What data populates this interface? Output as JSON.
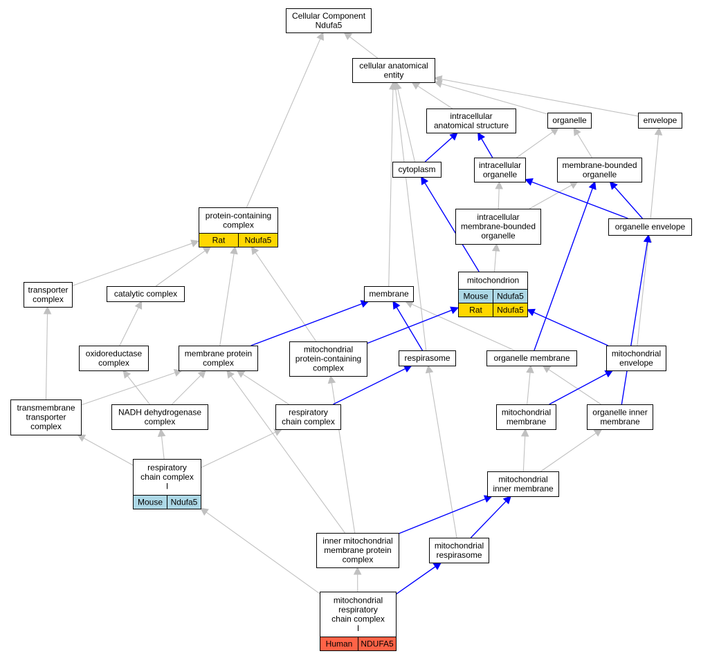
{
  "colors": {
    "gray_edge": "#c0c0c0",
    "blue_edge": "#0000ff",
    "node_fill": "#ffffff",
    "node_border": "#000000",
    "mouse_fill": "#add8e6",
    "rat_fill": "#ffd700",
    "human_fill": "#ff6347"
  },
  "nodes": [
    {
      "id": "cellular-component",
      "lines": [
        "Cellular Component",
        "Ndufa5"
      ]
    },
    {
      "id": "cellular-anatomical-entity",
      "lines": [
        "cellular anatomical",
        "entity"
      ]
    },
    {
      "id": "intracellular-anatomical-structure",
      "lines": [
        "intracellular",
        "anatomical structure"
      ]
    },
    {
      "id": "organelle",
      "lines": [
        "organelle"
      ]
    },
    {
      "id": "envelope",
      "lines": [
        "envelope"
      ]
    },
    {
      "id": "cytoplasm",
      "lines": [
        "cytoplasm"
      ]
    },
    {
      "id": "intracellular-organelle",
      "lines": [
        "intracellular",
        "organelle"
      ]
    },
    {
      "id": "membrane-bounded-organelle",
      "lines": [
        "membrane-bounded",
        "organelle"
      ]
    },
    {
      "id": "protein-containing-complex",
      "lines": [
        "protein-containing",
        "complex"
      ],
      "badges": [
        {
          "label": "Rat",
          "kind": "rat"
        },
        {
          "label": "Ndufa5",
          "kind": "rat"
        }
      ]
    },
    {
      "id": "intracellular-membrane-bounded-organelle",
      "lines": [
        "intracellular",
        "membrane-bounded",
        "organelle"
      ]
    },
    {
      "id": "organelle-envelope",
      "lines": [
        "organelle envelope"
      ]
    },
    {
      "id": "transporter-complex",
      "lines": [
        "transporter",
        "complex"
      ]
    },
    {
      "id": "catalytic-complex",
      "lines": [
        "catalytic complex"
      ]
    },
    {
      "id": "membrane",
      "lines": [
        "membrane"
      ]
    },
    {
      "id": "mitochondrion",
      "lines": [
        "mitochondrion"
      ],
      "badges": [
        {
          "label": "Mouse",
          "kind": "mouse"
        },
        {
          "label": "Ndufa5",
          "kind": "mouse"
        },
        {
          "label": "Rat",
          "kind": "rat"
        },
        {
          "label": "Ndufa5",
          "kind": "rat"
        }
      ]
    },
    {
      "id": "oxidoreductase-complex",
      "lines": [
        "oxidoreductase",
        "complex"
      ]
    },
    {
      "id": "membrane-protein-complex",
      "lines": [
        "membrane protein",
        "complex"
      ]
    },
    {
      "id": "mitochondrial-protein-containing-complex",
      "lines": [
        "mitochondrial",
        "protein-containing",
        "complex"
      ]
    },
    {
      "id": "respirasome",
      "lines": [
        "respirasome"
      ]
    },
    {
      "id": "organelle-membrane",
      "lines": [
        "organelle membrane"
      ]
    },
    {
      "id": "mitochondrial-envelope",
      "lines": [
        "mitochondrial",
        "envelope"
      ]
    },
    {
      "id": "transmembrane-transporter-complex",
      "lines": [
        "transmembrane",
        "transporter",
        "complex"
      ]
    },
    {
      "id": "nadh-dehydrogenase-complex",
      "lines": [
        "NADH dehydrogenase",
        "complex"
      ]
    },
    {
      "id": "respiratory-chain-complex",
      "lines": [
        "respiratory",
        "chain complex"
      ]
    },
    {
      "id": "mitochondrial-membrane",
      "lines": [
        "mitochondrial",
        "membrane"
      ]
    },
    {
      "id": "organelle-inner-membrane",
      "lines": [
        "organelle inner",
        "membrane"
      ]
    },
    {
      "id": "respiratory-chain-complex-i",
      "lines": [
        "respiratory",
        "chain complex",
        "I"
      ],
      "badges": [
        {
          "label": "Mouse",
          "kind": "mouse"
        },
        {
          "label": "Ndufa5",
          "kind": "mouse"
        }
      ]
    },
    {
      "id": "mitochondrial-inner-membrane",
      "lines": [
        "mitochondrial",
        "inner membrane"
      ]
    },
    {
      "id": "inner-mitochondrial-membrane-protein-complex",
      "lines": [
        "inner mitochondrial",
        "membrane protein",
        "complex"
      ]
    },
    {
      "id": "mitochondrial-respirasome",
      "lines": [
        "mitochondrial",
        "respirasome"
      ]
    },
    {
      "id": "mitochondrial-respiratory-chain-complex-i",
      "lines": [
        "mitochondrial",
        "respiratory",
        "chain complex",
        "I"
      ],
      "badges": [
        {
          "label": "Human",
          "kind": "human"
        },
        {
          "label": "NDUFA5",
          "kind": "human"
        }
      ]
    }
  ],
  "edges": [
    {
      "from": "cellular-anatomical-entity",
      "to": "cellular-component",
      "color": "gray"
    },
    {
      "from": "protein-containing-complex",
      "to": "cellular-component",
      "color": "gray"
    },
    {
      "from": "intracellular-anatomical-structure",
      "to": "cellular-anatomical-entity",
      "color": "gray"
    },
    {
      "from": "organelle",
      "to": "cellular-anatomical-entity",
      "color": "gray"
    },
    {
      "from": "envelope",
      "to": "cellular-anatomical-entity",
      "color": "gray"
    },
    {
      "from": "cytoplasm",
      "to": "cellular-anatomical-entity",
      "color": "gray"
    },
    {
      "from": "membrane",
      "to": "cellular-anatomical-entity",
      "color": "gray"
    },
    {
      "from": "respirasome",
      "to": "cellular-anatomical-entity",
      "color": "gray"
    },
    {
      "from": "cytoplasm",
      "to": "intracellular-anatomical-structure",
      "color": "blue"
    },
    {
      "from": "intracellular-organelle",
      "to": "intracellular-anatomical-structure",
      "color": "blue"
    },
    {
      "from": "intracellular-organelle",
      "to": "organelle",
      "color": "gray"
    },
    {
      "from": "membrane-bounded-organelle",
      "to": "organelle",
      "color": "gray"
    },
    {
      "from": "organelle-envelope",
      "to": "envelope",
      "color": "gray"
    },
    {
      "from": "intracellular-membrane-bounded-organelle",
      "to": "intracellular-organelle",
      "color": "gray"
    },
    {
      "from": "intracellular-membrane-bounded-organelle",
      "to": "membrane-bounded-organelle",
      "color": "gray"
    },
    {
      "from": "organelle-envelope",
      "to": "intracellular-organelle",
      "color": "blue"
    },
    {
      "from": "organelle-envelope",
      "to": "membrane-bounded-organelle",
      "color": "blue"
    },
    {
      "from": "mitochondrion",
      "to": "cytoplasm",
      "color": "blue"
    },
    {
      "from": "mitochondrion",
      "to": "intracellular-membrane-bounded-organelle",
      "color": "gray"
    },
    {
      "from": "organelle-membrane",
      "to": "membrane-bounded-organelle",
      "color": "blue"
    },
    {
      "from": "transporter-complex",
      "to": "protein-containing-complex",
      "color": "gray"
    },
    {
      "from": "catalytic-complex",
      "to": "protein-containing-complex",
      "color": "gray"
    },
    {
      "from": "membrane-protein-complex",
      "to": "protein-containing-complex",
      "color": "gray"
    },
    {
      "from": "mitochondrial-protein-containing-complex",
      "to": "protein-containing-complex",
      "color": "gray"
    },
    {
      "from": "oxidoreductase-complex",
      "to": "catalytic-complex",
      "color": "gray"
    },
    {
      "from": "transmembrane-transporter-complex",
      "to": "transporter-complex",
      "color": "gray"
    },
    {
      "from": "membrane-protein-complex",
      "to": "membrane",
      "color": "blue"
    },
    {
      "from": "respirasome",
      "to": "membrane",
      "color": "blue"
    },
    {
      "from": "organelle-membrane",
      "to": "membrane",
      "color": "gray"
    },
    {
      "from": "mitochondrial-protein-containing-complex",
      "to": "mitochondrion",
      "color": "blue"
    },
    {
      "from": "mitochondrial-envelope",
      "to": "mitochondrion",
      "color": "blue"
    },
    {
      "from": "mitochondrial-envelope",
      "to": "organelle-envelope",
      "color": "gray"
    },
    {
      "from": "organelle-inner-membrane",
      "to": "organelle-envelope",
      "color": "blue"
    },
    {
      "from": "transmembrane-transporter-complex",
      "to": "membrane-protein-complex",
      "color": "gray"
    },
    {
      "from": "nadh-dehydrogenase-complex",
      "to": "membrane-protein-complex",
      "color": "gray"
    },
    {
      "from": "respiratory-chain-complex",
      "to": "membrane-protein-complex",
      "color": "gray"
    },
    {
      "from": "inner-mitochondrial-membrane-protein-complex",
      "to": "membrane-protein-complex",
      "color": "gray"
    },
    {
      "from": "nadh-dehydrogenase-complex",
      "to": "oxidoreductase-complex",
      "color": "gray"
    },
    {
      "from": "inner-mitochondrial-membrane-protein-complex",
      "to": "mitochondrial-protein-containing-complex",
      "color": "gray"
    },
    {
      "from": "respiratory-chain-complex",
      "to": "respirasome",
      "color": "blue"
    },
    {
      "from": "mitochondrial-respirasome",
      "to": "respirasome",
      "color": "gray"
    },
    {
      "from": "mitochondrial-membrane",
      "to": "organelle-membrane",
      "color": "gray"
    },
    {
      "from": "organelle-inner-membrane",
      "to": "organelle-membrane",
      "color": "gray"
    },
    {
      "from": "mitochondrial-membrane",
      "to": "mitochondrial-envelope",
      "color": "blue"
    },
    {
      "from": "respiratory-chain-complex-i",
      "to": "transmembrane-transporter-complex",
      "color": "gray"
    },
    {
      "from": "respiratory-chain-complex-i",
      "to": "nadh-dehydrogenase-complex",
      "color": "gray"
    },
    {
      "from": "respiratory-chain-complex-i",
      "to": "respiratory-chain-complex",
      "color": "gray"
    },
    {
      "from": "mitochondrial-inner-membrane",
      "to": "mitochondrial-membrane",
      "color": "gray"
    },
    {
      "from": "mitochondrial-inner-membrane",
      "to": "organelle-inner-membrane",
      "color": "gray"
    },
    {
      "from": "inner-mitochondrial-membrane-protein-complex",
      "to": "mitochondrial-inner-membrane",
      "color": "blue"
    },
    {
      "from": "mitochondrial-respirasome",
      "to": "mitochondrial-inner-membrane",
      "color": "blue"
    },
    {
      "from": "mitochondrial-respiratory-chain-complex-i",
      "to": "respiratory-chain-complex-i",
      "color": "gray"
    },
    {
      "from": "mitochondrial-respiratory-chain-complex-i",
      "to": "inner-mitochondrial-membrane-protein-complex",
      "color": "gray"
    },
    {
      "from": "mitochondrial-respiratory-chain-complex-i",
      "to": "mitochondrial-respirasome",
      "color": "blue"
    }
  ]
}
